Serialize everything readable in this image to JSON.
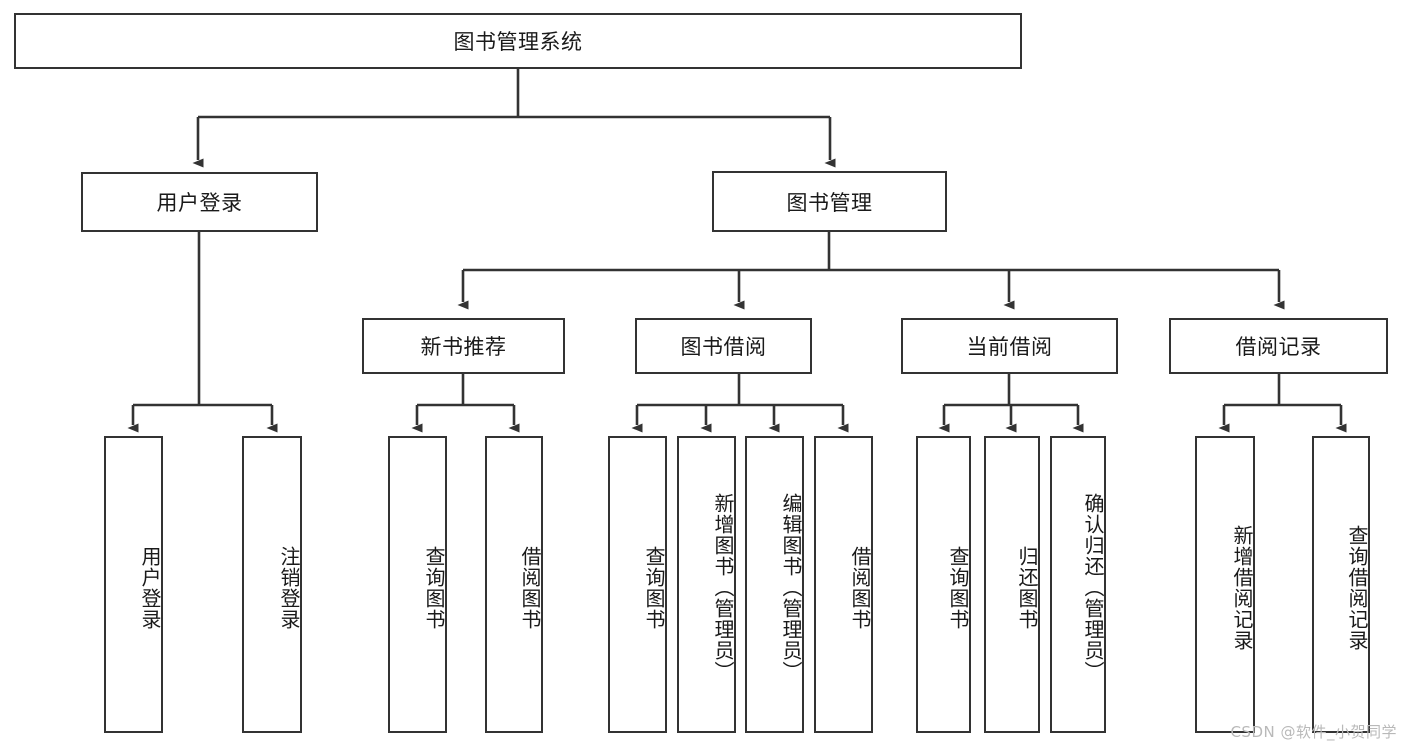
{
  "diagram": {
    "type": "tree",
    "title": "图书管理系统",
    "root": {
      "label": "图书管理系统"
    },
    "level1": [
      {
        "label": "用户登录"
      },
      {
        "label": "图书管理"
      }
    ],
    "level2": [
      {
        "label": "新书推荐"
      },
      {
        "label": "图书借阅"
      },
      {
        "label": "当前借阅"
      },
      {
        "label": "借阅记录"
      }
    ],
    "leaves": {
      "user_login": [
        {
          "label": "用户登录"
        },
        {
          "label": "注销登录"
        }
      ],
      "new_book_recommend": [
        {
          "label": "查询图书"
        },
        {
          "label": "借阅图书"
        }
      ],
      "book_borrow": [
        {
          "label": "查询图书"
        },
        {
          "label": "新增图书（管理员）"
        },
        {
          "label": "编辑图书（管理员）"
        },
        {
          "label": "借阅图书"
        }
      ],
      "current_borrow": [
        {
          "label": "查询图书"
        },
        {
          "label": "归还图书"
        },
        {
          "label": "确认归还（管理员）"
        }
      ],
      "borrow_record": [
        {
          "label": "新增借阅记录"
        },
        {
          "label": "查询借阅记录"
        }
      ]
    }
  },
  "watermark": {
    "text": "CSDN @软件_小贺同学"
  },
  "colors": {
    "stroke": "#333333",
    "fill": "#ffffff",
    "text": "#1a1a1a",
    "watermark": "#b9b9b9"
  }
}
